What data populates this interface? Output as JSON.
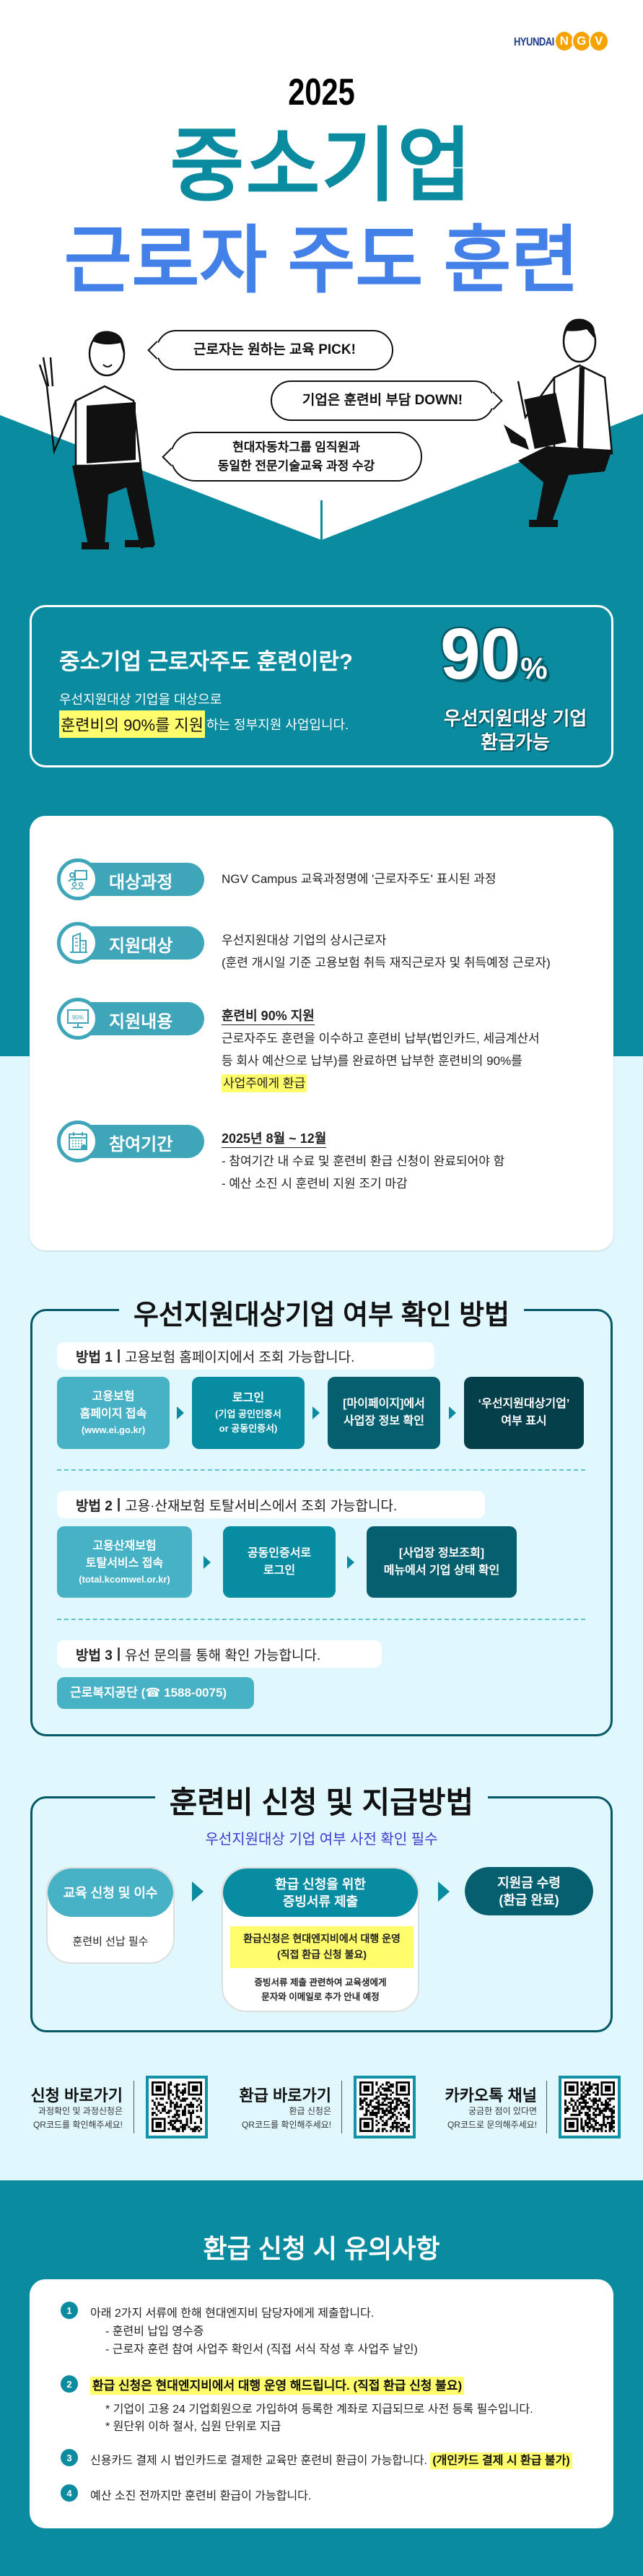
{
  "brand": {
    "hyundai": "HYUNDAI",
    "ngv": [
      "N",
      "G",
      "V"
    ]
  },
  "hero": {
    "year": "2025",
    "title1": "중소기업",
    "title2": "근로자 주도 훈련"
  },
  "bubbles": [
    {
      "text": "근로자는 원하는 교육 PICK!"
    },
    {
      "text": "기업은 훈련비 부담 DOWN!"
    },
    {
      "line1": "현대자동차그룹 임직원과",
      "line2": "동일한 전문기술교육 과정 수강"
    }
  ],
  "intro": {
    "title": "중소기업 근로자주도 훈련이란?",
    "line1": "우선지원대상 기업을 대상으로",
    "highlight": "훈련비의 90%를 지원",
    "line2": "하는 정부지원 사업입니다.",
    "big": "90",
    "percent": "%",
    "caption1": "우선지원대상 기업",
    "caption2": "환급가능"
  },
  "details": [
    {
      "label": "대상과정",
      "icon": "presentation-icon",
      "lines": [
        "NGV Campus 교육과정명에 '근로자주도' 표시된 과정"
      ]
    },
    {
      "label": "지원대상",
      "icon": "building-icon",
      "lines": [
        "우선지원대상 기업의 상시근로자",
        "(훈련 개시일 기준 고용보험 취득 재직근로자 및 취득예정 근로자)"
      ]
    },
    {
      "label": "지원내용",
      "icon": "monitor-90-icon",
      "icon_text": "90%",
      "heading": "훈련비 90% 지원",
      "lines": [
        "근로자주도 훈련을 이수하고 훈련비 납부(법인카드, 세금계산서",
        "등 회사 예산으로 납부)를 완료하면 납부한 훈련비의 90%를"
      ],
      "highlight": "사업주에게 환급"
    },
    {
      "label": "참여기간",
      "icon": "calendar-icon",
      "heading": "2025년 8월 ~ 12월",
      "lines": [
        "- 참여기간 내 수료 및 훈련비 환급 신청이 완료되어야 함",
        "- 예산 소진 시 훈련비 지원 조기 마감"
      ]
    }
  ],
  "check": {
    "title": "우선지원대상기업 여부 확인 방법",
    "methods": [
      {
        "label": "방법 1",
        "sep": "|",
        "desc": "고용보험 홈페이지에서 조회 가능합니다.",
        "steps": [
          {
            "l1": "고용보험",
            "l2": "홈페이지 접속",
            "s": "(www.ei.go.kr)"
          },
          {
            "l1": "로그인",
            "s1": "(기업 공인인증서",
            "s2": "or 공동인증서)"
          },
          {
            "l1": "[마이페이지]에서",
            "l2": "사업장 정보 확인"
          },
          {
            "l1": "‘우선지원대상기업’",
            "l2": "여부 표시"
          }
        ]
      },
      {
        "label": "방법 2",
        "sep": "|",
        "desc": "고용·산재보험 토탈서비스에서 조회 가능합니다.",
        "steps": [
          {
            "l1": "고용산재보험",
            "l2": "토탈서비스 접속",
            "s": "(total.kcomwel.or.kr)"
          },
          {
            "l1": "공동인증서로",
            "l2": "로그인"
          },
          {
            "l1": "[사업장 정보조회]",
            "l2": "메뉴에서 기업 상태 확인"
          }
        ]
      },
      {
        "label": "방법 3",
        "sep": "|",
        "desc": "유선 문의를 통해 확인 가능합니다.",
        "contact": "근로복지공단 (☎ 1588-0075)"
      }
    ]
  },
  "apply": {
    "title": "훈련비 신청 및 지급방법",
    "subtitle": "우선지원대상 기업 여부 사전 확인 필수",
    "steps": [
      {
        "title": "교육 신청 및 이수",
        "body": "훈련비 선납 필수"
      },
      {
        "title1": "환급 신청을 위한",
        "title2": "증빙서류 제출",
        "highlight1": "환급신청은 현대엔지비에서 대행 운영",
        "highlight2": "(직접 환급 신청 불요)",
        "body1": "증빙서류 제출 관련하여 교육생에게",
        "body2": "문자와 이메일로 추가 안내 예정"
      },
      {
        "title1": "지원금 수령",
        "title2": "(환급 완료)"
      }
    ]
  },
  "qr": [
    {
      "title": "신청 바로가기",
      "sub1": "과정확인 및 과정신청은",
      "sub2": "QR코드를 확인해주세요!"
    },
    {
      "title": "환급 바로가기",
      "sub1": "환급 신청은",
      "sub2": "QR코드를 확인해주세요!"
    },
    {
      "title": "카카오톡 채널",
      "sub1": "궁금한 점이 있다면",
      "sub2": "QR코드로 문의해주세요!"
    }
  ],
  "notes": {
    "title": "환급 신청 시 유의사항",
    "items": [
      {
        "n": "1",
        "text": "아래 2가지 서류에 한해 현대엔지비 담당자에게 제출합니다.",
        "subs": [
          "- 훈련비 납입 영수증",
          "- 근로자 훈련 참여 사업주 확인서 (직접 서식 작성 후 사업주 날인)"
        ]
      },
      {
        "n": "2",
        "highlight": "환급 신청은 현대엔지비에서 대행 운영 해드립니다. (직접 환급 신청 불요)",
        "subs": [
          "* 기업이 고용 24 기업회원으로 가입하여 등록한 계좌로 지급되므로 사전 등록 필수입니다.",
          "* 원단위 이하 절사, 십원 단위로 지급"
        ]
      },
      {
        "n": "3",
        "text": "신용카드 결제 시 법인카드로 결제한 교육만 훈련비 환급이 가능합니다.",
        "highlight": "(개인카드 결제 시 환급 불가)"
      },
      {
        "n": "4",
        "text": "예산 소진 전까지만 훈련비 환급이 가능합니다."
      }
    ]
  },
  "colors": {
    "teal": "#0b8ba0",
    "blue": "#4380e8",
    "dark_teal": "#065866",
    "light_bg": "#e0f8fd",
    "highlight": "#fffd6b"
  }
}
